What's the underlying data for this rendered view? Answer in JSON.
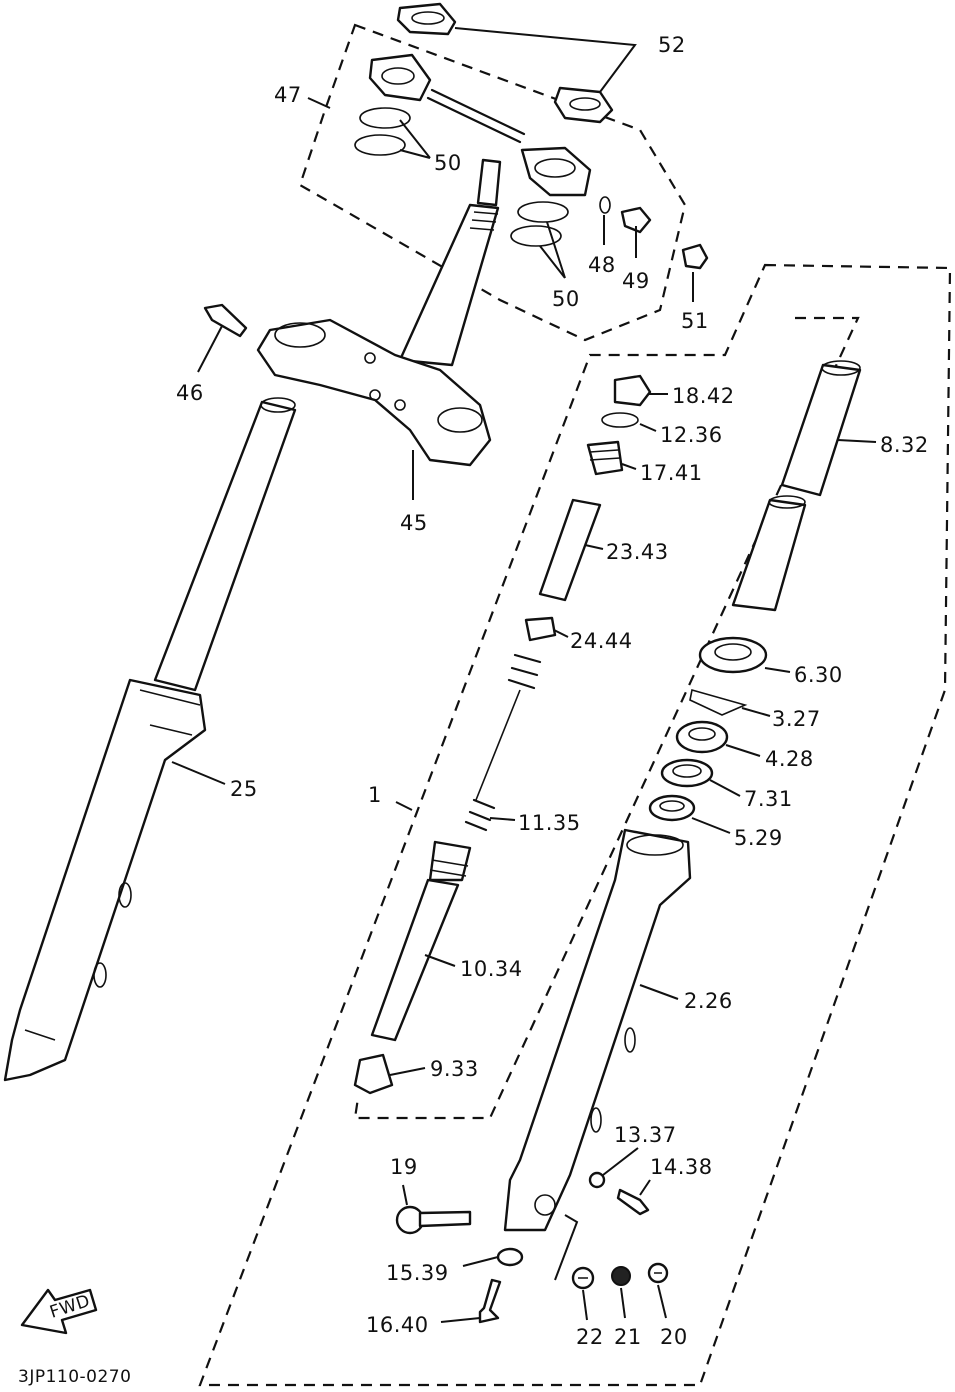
{
  "drawing_code": "3JP110-0270",
  "fwd_arrow_text": "FWD",
  "callouts": {
    "c1": "1",
    "c19": "19",
    "c20": "20",
    "c21": "21",
    "c22": "22",
    "c25": "25",
    "c45": "45",
    "c46": "46",
    "c47": "47",
    "c48": "48",
    "c49": "49",
    "c50a": "50",
    "c50b": "50",
    "c51": "51",
    "c52": "52",
    "c2_26": "2.26",
    "c3_27": "3.27",
    "c4_28": "4.28",
    "c5_29": "5.29",
    "c6_30": "6.30",
    "c7_31": "7.31",
    "c8_32": "8.32",
    "c9_33": "9.33",
    "c10_34": "10.34",
    "c11_35": "11.35",
    "c12_36": "12.36",
    "c13_37": "13.37",
    "c14_38": "14.38",
    "c15_39": "15.39",
    "c16_40": "16.40",
    "c17_41": "17.41",
    "c18_42": "18.42",
    "c23_43": "23.43",
    "c24_44": "24.44"
  }
}
